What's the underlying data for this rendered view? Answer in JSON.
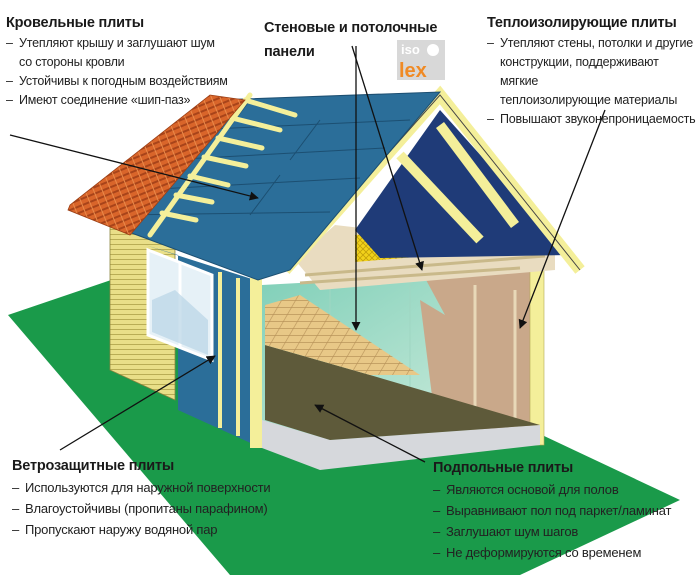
{
  "diagram": {
    "subject": "Frame house insulation scheme",
    "colors": {
      "ground": "#1a9a4a",
      "roof_tile": "#d9652a",
      "roof_board": "#2b6e99",
      "frame": "#f4ef9a",
      "insulation": "#f2d21a",
      "siding": "#e9df88",
      "floor_slab": "#d6d8dc",
      "subfloor": "#5e5a3a",
      "parquet": "#e8c887",
      "interior_wall": "#bfe3d4",
      "partition": "#c9a88a",
      "logo_orange": "#f08a24",
      "logo_gray": "#9a9a9a"
    }
  },
  "logo": {
    "top": "iso",
    "bottom": "lex"
  },
  "labels": {
    "roof": {
      "title": "Кровельные плиты",
      "items": [
        {
          "text": "Утепляют крышу и заглушают шум",
          "cont": "со стороны кровли"
        },
        {
          "text": "Устойчивы к погодным воздействиям"
        },
        {
          "text": "Имеют соединение «шип-паз»"
        }
      ]
    },
    "walls": {
      "title_line1": "Стеновые и потолочные",
      "title_line2": "панели"
    },
    "insulation": {
      "title": "Теплоизолирующие плиты",
      "items": [
        {
          "text": "Утепляют стены, потолки и другие",
          "cont": "конструкции, поддерживают мягкие",
          "cont2": "теплоизолирующие материалы"
        },
        {
          "text": "Повышают звуконепроницаемость"
        }
      ]
    },
    "windproof": {
      "title": "Ветрозащитные плиты",
      "items": [
        {
          "text": "Используются для наружной поверхности"
        },
        {
          "text": "Влагоустойчивы (пропитаны парафином)"
        },
        {
          "text": "Пропускают наружу водяной пар"
        }
      ]
    },
    "underfloor": {
      "title": "Подпольные плиты",
      "items": [
        {
          "text": "Являются основой для полов"
        },
        {
          "text": "Выравнивают пол под паркет/ламинат"
        },
        {
          "text": "Заглушают шум шагов"
        },
        {
          "text": "Не деформируются со временем"
        }
      ]
    }
  }
}
